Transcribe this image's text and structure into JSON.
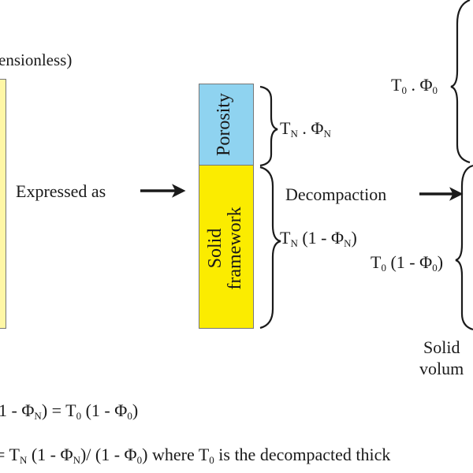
{
  "colors": {
    "solid": "#fbec00",
    "solid_pale": "#fff7a6",
    "porosity": "#8fd3f0",
    "ink": "#1a1a1a"
  },
  "top_label": "ensionless)",
  "left_column": {
    "fill": "solid_pale"
  },
  "arrows": {
    "expressed": "Expressed as",
    "decompaction": "Decompaction"
  },
  "middle_column": {
    "porosity_label": "Porosity",
    "solid_label_1": "Solid",
    "solid_label_2": "framework"
  },
  "labels": {
    "tn_phin": {
      "T": "T",
      "sub1": "N",
      "mid": " . Φ",
      "sub2": "N"
    },
    "tn_solid": {
      "T": "T",
      "sub1": "N",
      "mid": " (1 - Φ",
      "sub2": "N",
      "end": ")"
    },
    "t0_phi0": {
      "T": "T",
      "sub1": "0",
      "mid": " . Φ",
      "sub2": "0"
    },
    "t0_solid": {
      "T": "T",
      "sub1": "0",
      "mid": " (1 - Φ",
      "sub2": "0",
      "end": ")"
    }
  },
  "right_column": {
    "line1": "Solid",
    "line2": "volum"
  },
  "equations": {
    "eq1": {
      "a": "1 - Φ",
      "a_sub": "N",
      "b": ") = T",
      "b_sub": "0",
      "c": " (1 - Φ",
      "c_sub": "0",
      "d": ")"
    },
    "eq2": {
      "a": "= T",
      "a_sub": "N",
      "b": " (1 - Φ",
      "b_sub": "N",
      "c": ")/ (1 - Φ",
      "c_sub": "0",
      "d": ") where T",
      "d_sub": "0",
      "e": " is the decompacted thick"
    }
  }
}
